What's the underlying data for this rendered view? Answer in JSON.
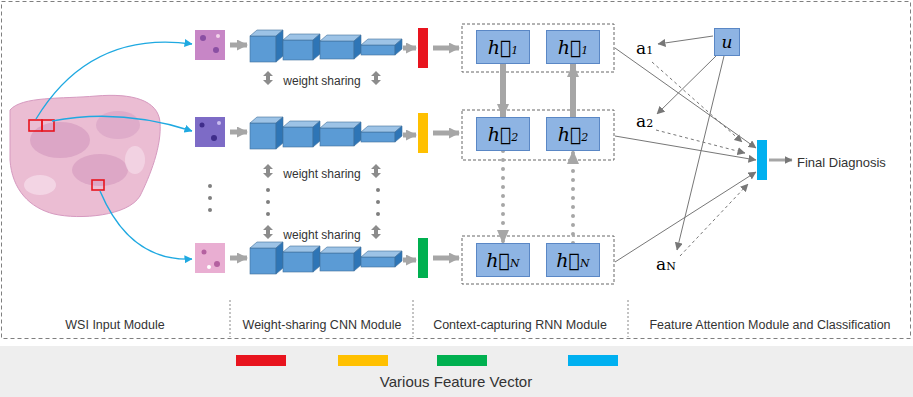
{
  "diagram": {
    "nodes": [
      {
        "text": [
          "h⃗1"
        ]
      },
      {
        "text": [
          "h⃖1"
        ]
      },
      {
        "text": [
          "h⃗2"
        ]
      },
      {
        "text": [
          "h⃖2"
        ]
      },
      {
        "text": [
          "h⃗N"
        ]
      },
      {
        "text": [
          "h⃖N"
        ]
      },
      {
        "text": [
          "u"
        ]
      }
    ],
    "edges": [
      {
        "from": 0,
        "to": 2,
        "arrow": "to"
      },
      {
        "from": 3,
        "to": 1,
        "arrow": "to"
      },
      {
        "from": 2,
        "to": 4,
        "arrow": "to"
      },
      {
        "from": 5,
        "to": 3,
        "arrow": "to"
      }
    ],
    "labels": [
      "weight sharing",
      "weight sharing",
      "weight sharing",
      "a1",
      "a2",
      "aN",
      "Final Diagnosis",
      "WSI Input Module",
      "Weight-sharing CNN Module",
      "Context-capturing RNN Module",
      "Feature Attention Module and Classification",
      "Various Feature Vector"
    ]
  }
}
